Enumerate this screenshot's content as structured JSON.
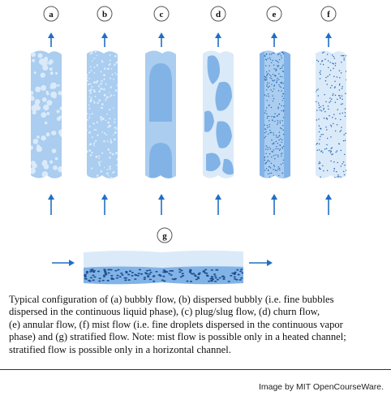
{
  "panels": [
    {
      "letter": "a",
      "name": "bubbly flow"
    },
    {
      "letter": "b",
      "name": "dispersed bubbly flow"
    },
    {
      "letter": "c",
      "name": "plug/slug flow"
    },
    {
      "letter": "d",
      "name": "churn flow"
    },
    {
      "letter": "e",
      "name": "annular flow"
    },
    {
      "letter": "f",
      "name": "mist flow"
    },
    {
      "letter": "g",
      "name": "stratified flow"
    }
  ],
  "caption": "Typical configuration of (a) bubbly flow, (b) dispersed bubbly (i.e. fine bubbles\ndispersed in the continuous liquid phase), (c) plug/slug flow, (d) churn flow,\n(e) annular flow, (f) mist flow (i.e. fine droplets dispersed in the continuous vapor\nphase) and (g) stratified flow. Note: mist flow is possible only in a heated channel;\nstratified flow is possible only in a horizontal channel.",
  "credit": "Image by MIT OpenCourseWare.",
  "colors": {
    "liquid": "#aacdf0",
    "liquid_dark": "#82b3e6",
    "gas_light": "#dbeaf9",
    "arrow": "#1f6fc4",
    "dots": "#2c6cb4"
  }
}
